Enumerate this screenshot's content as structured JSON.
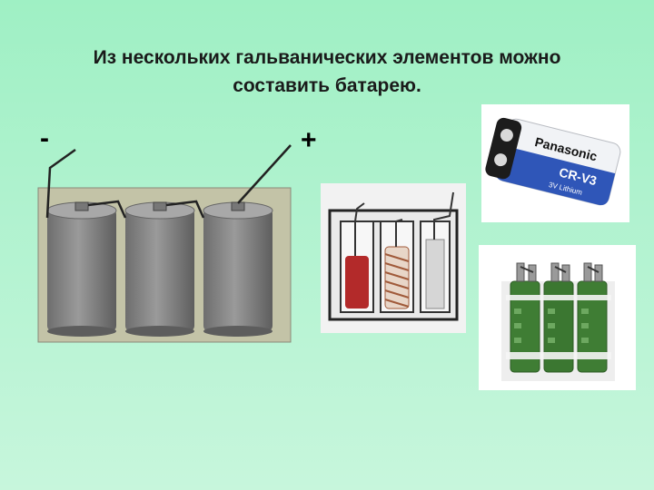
{
  "slide": {
    "title_line1": "Из нескольких гальванических элементов можно",
    "title_line2": "составить батарею."
  },
  "diagram": {
    "minus_sign": "-",
    "plus_sign": "+",
    "cell_count": 3,
    "colors": {
      "background": "#c3c3a7",
      "cell": "#8c8c8c",
      "cell_dark": "#5a5a5a",
      "wire": "#222222"
    }
  },
  "photos": {
    "panasonic": {
      "brand": "Panasonic",
      "model": "CR-V3",
      "spec": "3V Lithium"
    }
  }
}
